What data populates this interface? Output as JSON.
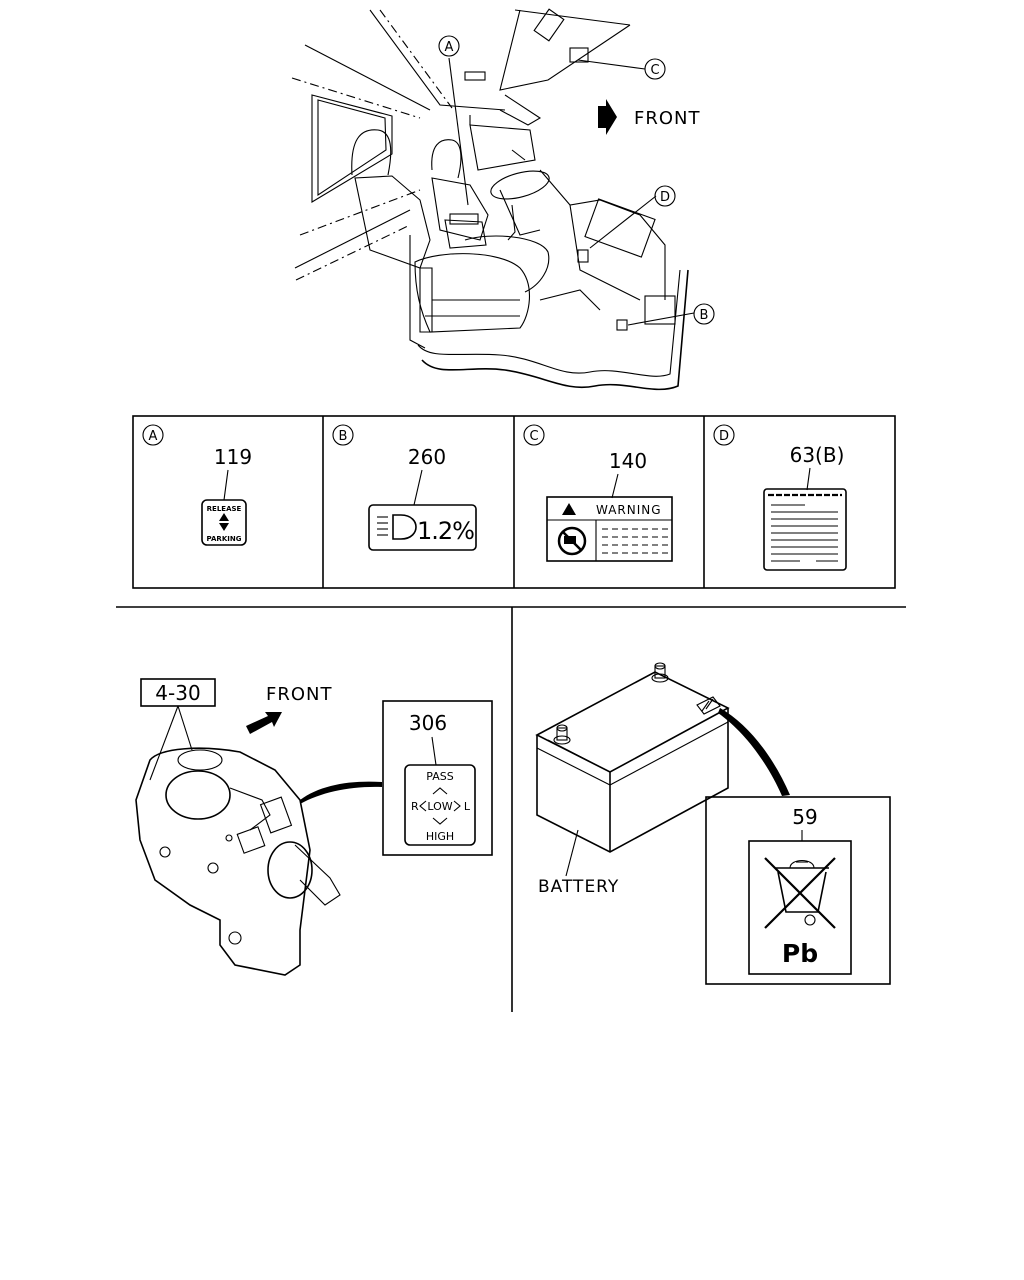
{
  "cab": {
    "front_label": "FRONT",
    "callouts": [
      "A",
      "B",
      "C",
      "D"
    ]
  },
  "panels": [
    {
      "letter": "A",
      "part_number": "119",
      "label_lines": [
        "RELEASE",
        "PARKING"
      ]
    },
    {
      "letter": "B",
      "part_number": "260",
      "label_text": "1.2%"
    },
    {
      "letter": "C",
      "part_number": "140",
      "label_text": "WARNING"
    },
    {
      "letter": "D",
      "part_number": "63(B)"
    }
  ],
  "switch_view": {
    "ref": "4-30",
    "front_label": "FRONT",
    "part_number": "306",
    "label_lines": [
      "PASS",
      "LOW",
      "HIGH"
    ],
    "side_left": "R",
    "side_right": "L"
  },
  "battery_view": {
    "battery_label": "BATTERY",
    "part_number": "59",
    "label_text": "Pb"
  }
}
